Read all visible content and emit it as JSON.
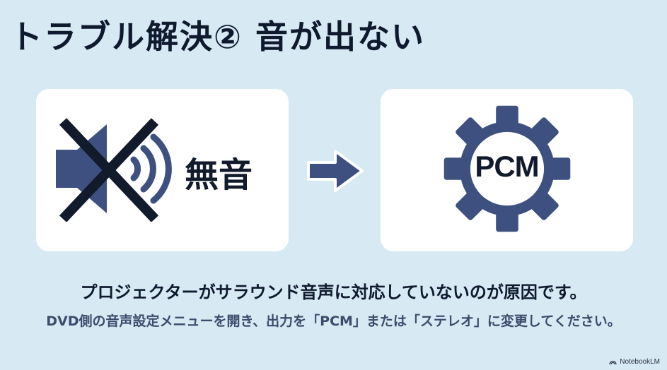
{
  "slide": {
    "title": "トラブル解決② 音が出ない",
    "left_panel": {
      "icon": "speaker-muted-icon",
      "label": "無音"
    },
    "arrow_icon": "right-arrow-icon",
    "right_panel": {
      "icon": "gear-icon",
      "label": "PCM"
    },
    "main_text": "プロジェクターがサラウンド音声に対応していないのが原因です。",
    "sub_text": "DVD側の音声設定メニューを開き、出力を「PCM」または「ステレオ」に変更してください。"
  },
  "brand": {
    "label": "NotebookLM",
    "icon": "notebooklm-logo-icon"
  },
  "colors": {
    "background": "#d7e9f3",
    "card": "#ffffff",
    "accent": "#3d5080",
    "text_dark": "#0f1a2e",
    "text_sub": "#3b4b6b"
  }
}
